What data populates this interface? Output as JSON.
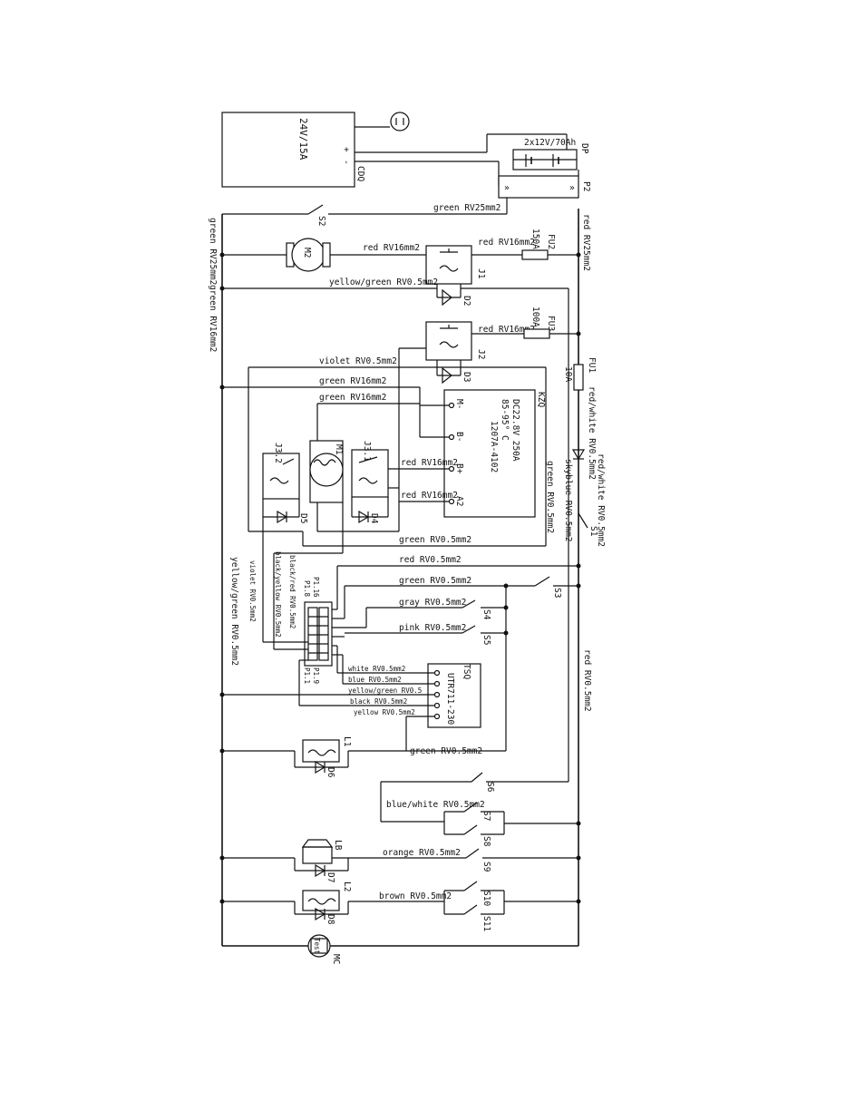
{
  "components": {
    "charger": "24V/15A",
    "charger_terminals": {
      "plus": "+",
      "minus": "-"
    },
    "charger_code": "CDQ",
    "battery": "2x12V/70Ah",
    "battery_code": "DP",
    "connector_p2": "P2",
    "switch_s2_top": "S2",
    "motor_m2": "M2",
    "fuse_fu2": "FU2",
    "fuse_fu2_rating": "150A",
    "contactor_j1": "J1",
    "diode_d2": "D2",
    "fuse_fu3": "FU3",
    "fuse_fu3_rating": "100A",
    "contactor_j2": "J2",
    "diode_d3": "D3",
    "fuse_fu1": "FU1",
    "fuse_fu1_rating": "10A",
    "controller_code": "KZQ",
    "controller_lines": [
      "DC22.8V  250A",
      "85-95° C",
      "1207A-4102"
    ],
    "controller_terminals": [
      "M-",
      "B-",
      "B+",
      "A2"
    ],
    "motor_m1": "M1",
    "relay_j3_1": "J3.1",
    "relay_j3_2": "J3.2",
    "diode_d4": "D4",
    "diode_d5": "D5",
    "switch_s1": "S1",
    "connector_p1_16": "P1.16",
    "connector_p1_8": "P1.8",
    "connector_p1_9": "P1.9",
    "connector_p1_1": "P1.1",
    "switch_s3": "S3",
    "switch_s4": "S4",
    "switch_s5": "S5",
    "module_code": "TSQ",
    "module_model": "UTR711-230",
    "lamp_l1": "L1",
    "diode_d6": "D6",
    "switch_s6": "S6",
    "switch_s7": "S7",
    "switch_s8": "S8",
    "horn_lb": "LB",
    "diode_d7": "D7",
    "switch_s9": "S9",
    "lamp_l2": "L2",
    "diode_d8": "D8",
    "switch_s10": "S10",
    "switch_s11": "S11",
    "meter_mc": "MC",
    "meter_text": "Test"
  },
  "wires": {
    "green_rv25_top": "green RV25mm2",
    "red_rv25_right": "red RV25mm2",
    "green_rv25_left": "green RV25mm2",
    "green_rv16_left": "green RV16mm2",
    "red_rv16_m2": "red RV16mm2",
    "red_rv16_fu2": "red RV16mm2",
    "yellow_green_j1": "yellow/green RV0.5mm2",
    "red_rv16_fu3": "red RV16mm2",
    "red_white_fu1": "red/white RV0.5mm2",
    "red_white_s1": "red/white RV0.5mm2",
    "skyblue_s1": "skyblue RV0.5mm2",
    "violet_top": "violet RV0.5mm2",
    "green_rv16_m": "green RV16mm2",
    "green_rv16_b": "green RV16mm2",
    "red_rv16_bplus": "red RV16mm2",
    "red_rv16_a2": "red RV16mm2",
    "green_ctrl_right": "green RV0.5mm2",
    "green_rv05_bottom": "green RV0.5mm2",
    "red_rv05_p1": "red RV0.5mm2",
    "green_rv05_s3": "green RV0.5mm2",
    "gray_s4": "gray RV0.5mm2",
    "pink_s5": "pink RV0.5mm2",
    "black_yellow": "black/yellow RV0.5mm2",
    "black_red": "black/red RV0.5mm2",
    "violet_p1": "violet RV0.5mm2",
    "yellow_green_left2": "yellow/green RV0.5mm2",
    "white_tsq": "white RV0.5mm2",
    "blue_tsq": "blue RV0.5mm2",
    "yellow_green_tsq": "yellow/green RV0.5",
    "black_tsq": "black RV0.5mm2",
    "yellow_tsq": "yellow RV0.5mm2",
    "green_l1": "green RV0.5mm2",
    "red_right_long": "red RV0.5mm2",
    "blue_white_s7": "blue/white RV0.5mm2",
    "orange_s9": "orange RV0.5mm2",
    "brown_s10": "brown RV0.5mm2"
  }
}
